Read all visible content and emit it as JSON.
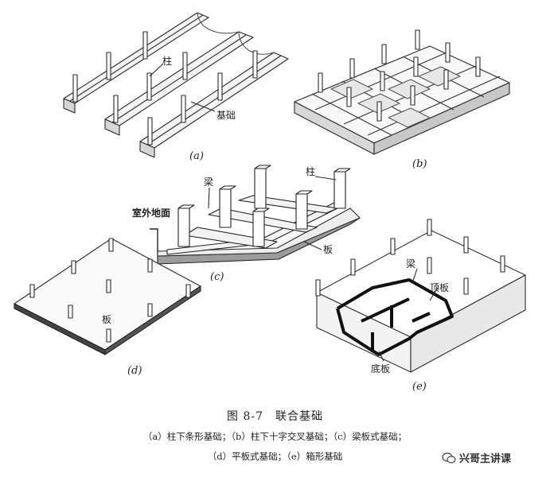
{
  "figure": {
    "subfig_a": "(a)",
    "subfig_b": "(b)",
    "subfig_c": "(c)",
    "subfig_d": "(d)",
    "subfig_e": "(e)",
    "label_column_a": "柱",
    "label_foundation_a": "基础",
    "label_beam_c": "梁",
    "label_column_c": "柱",
    "label_ground_c": "室外地面",
    "label_slab_c": "板",
    "label_slab_d": "板",
    "label_beam_e": "梁",
    "label_top_slab_e": "顶板",
    "label_bottom_slab_e": "底板"
  },
  "caption": {
    "title": "图 8-7　联合基础",
    "line1": "（a）柱下条形基础；（b）柱下十字交叉基础；（c）梁板式基础；",
    "line2": "（d）平板式基础；（e）箱形基础"
  },
  "watermark": {
    "text": "兴哥主讲课"
  }
}
